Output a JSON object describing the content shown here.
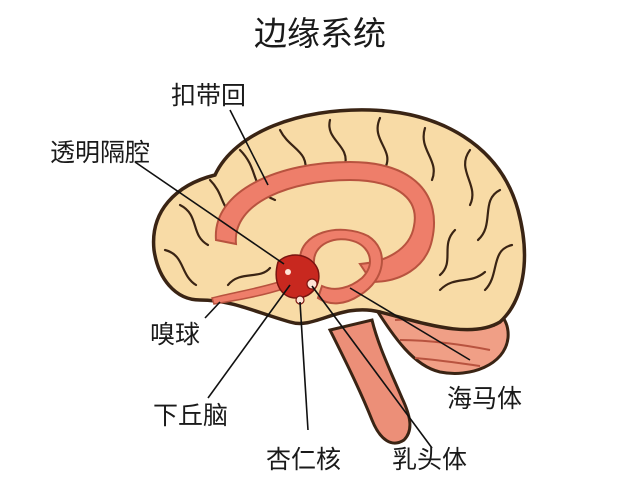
{
  "title": "边缘系统",
  "labels": {
    "cingulate_gyrus": "扣带回",
    "septum_pellucidum": "透明隔腔",
    "olfactory_bulb": "嗅球",
    "hypothalamus": "下丘脑",
    "amygdala": "杏仁核",
    "mammillary_body": "乳头体",
    "hippocampus": "海马体"
  },
  "colors": {
    "brain_fill": "#f8dba6",
    "outline": "#3a2414",
    "limbic_fill": "#ee7e6a",
    "limbic_dark": "#c8281f",
    "brainstem_fill": "#ec8f78",
    "cerebellum_fill": "#f09f86"
  }
}
